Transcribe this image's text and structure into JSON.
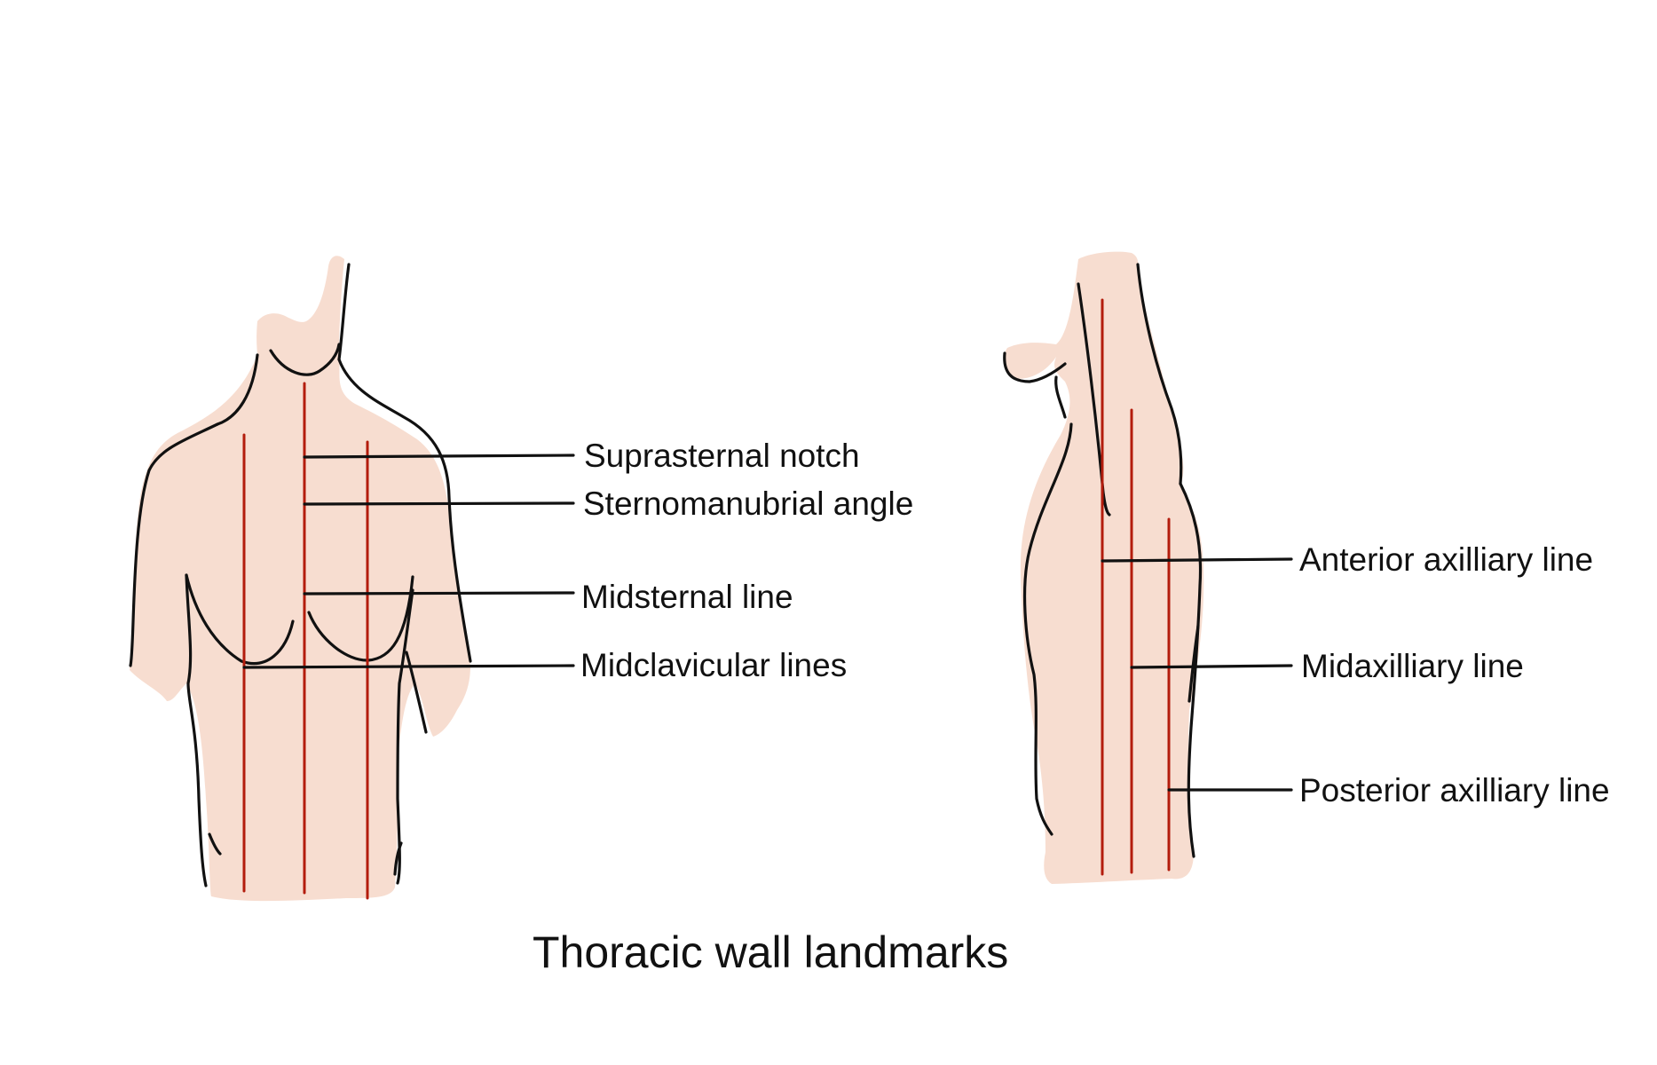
{
  "title": "Thoracic wall landmarks",
  "colors": {
    "skin": "#f7ddd0",
    "outline": "#111111",
    "reference_line": "#b31c0c"
  },
  "anterior_view": {
    "labels": {
      "suprasternal_notch": "Suprasternal notch",
      "sternomanubrial_angle": "Sternomanubrial angle",
      "midsternal_line": "Midsternal line",
      "midclavicular_lines": "Midclavicular lines"
    }
  },
  "lateral_view": {
    "labels": {
      "anterior_axillary_line": "Anterior axilliary line",
      "midaxillary_line": "Midaxilliary line",
      "posterior_axillary_line": "Posterior axilliary line"
    }
  }
}
